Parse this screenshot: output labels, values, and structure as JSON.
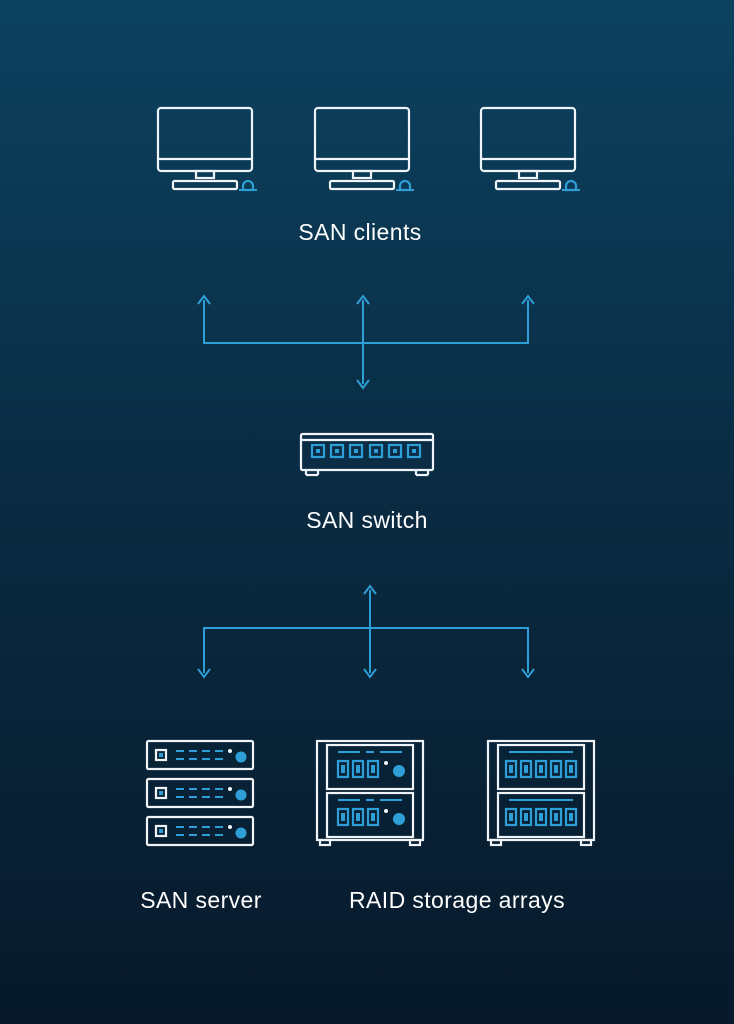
{
  "labels": {
    "clients": "SAN clients",
    "switch": "SAN switch",
    "server": "SAN server",
    "raid": "RAID storage arrays"
  },
  "icons": {
    "clients": [
      "monitor-icon",
      "monitor-icon",
      "monitor-icon"
    ],
    "switch": "network-switch-icon",
    "server": "server-rack-icon",
    "raid": [
      "storage-array-icon",
      "storage-array-icon"
    ]
  },
  "colors": {
    "background_top": "#0c4260",
    "background_bottom": "#07192a",
    "line": "#2d9fd6",
    "icon": "#eef4f8"
  }
}
